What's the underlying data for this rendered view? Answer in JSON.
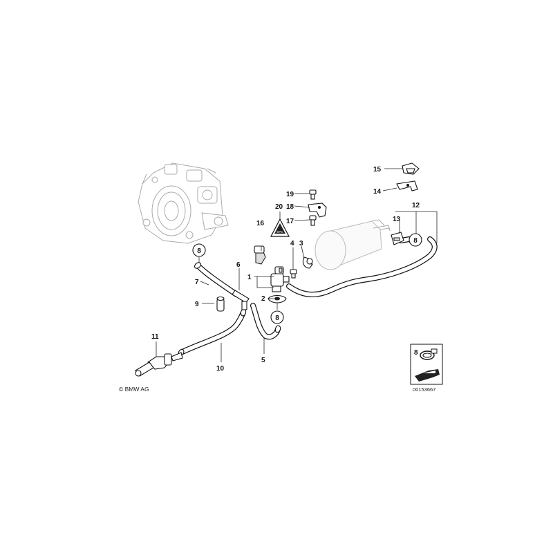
{
  "labels": {
    "l1": "1",
    "l2": "2",
    "l3": "3",
    "l4": "4",
    "l5": "5",
    "l6": "6",
    "l7": "7",
    "l8": "8",
    "l9": "9",
    "l10": "10",
    "l11": "11",
    "l12": "12",
    "l13": "13",
    "l14": "14",
    "l15": "15",
    "l16": "16",
    "l17": "17",
    "l18": "18",
    "l19": "19",
    "l20": "20"
  },
  "warning_label_text": "EPC",
  "legend": {
    "item_number": "8"
  },
  "copyright": "© BMW AG",
  "diagram_id": "00153667",
  "colors": {
    "line": "#111111",
    "ghost": "#aaaaaa",
    "background": "#ffffff"
  }
}
